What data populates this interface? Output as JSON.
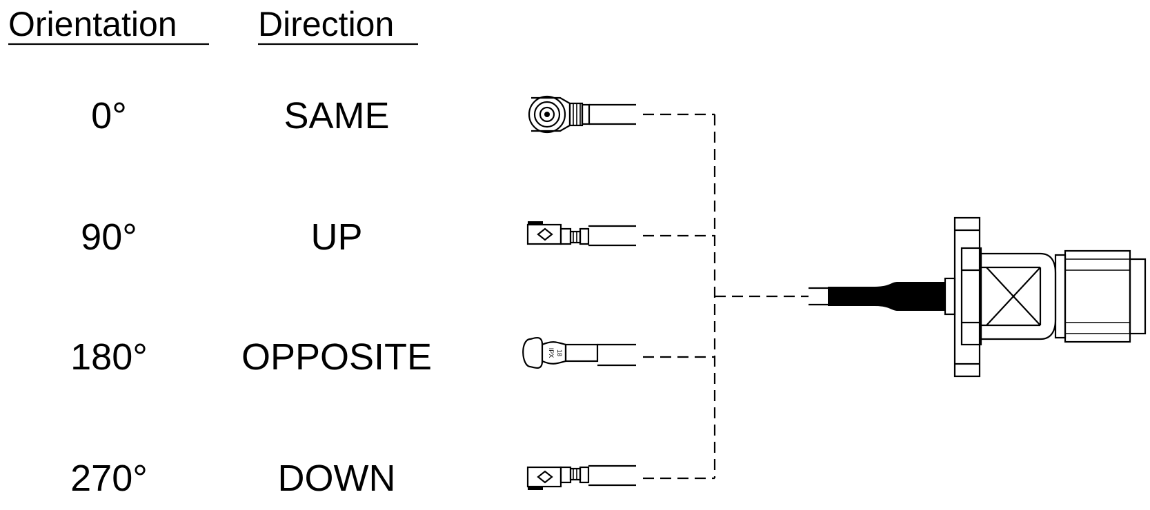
{
  "headers": {
    "orientation": "Orientation",
    "direction": "Direction"
  },
  "rows": [
    {
      "orientation": "0°",
      "direction": "SAME"
    },
    {
      "orientation": "90°",
      "direction": "UP"
    },
    {
      "orientation": "180°",
      "direction": "OPPOSITE"
    },
    {
      "orientation": "270°",
      "direction": "DOWN"
    }
  ],
  "connector_marking": {
    "line1": "18",
    "line2": "IPX"
  }
}
